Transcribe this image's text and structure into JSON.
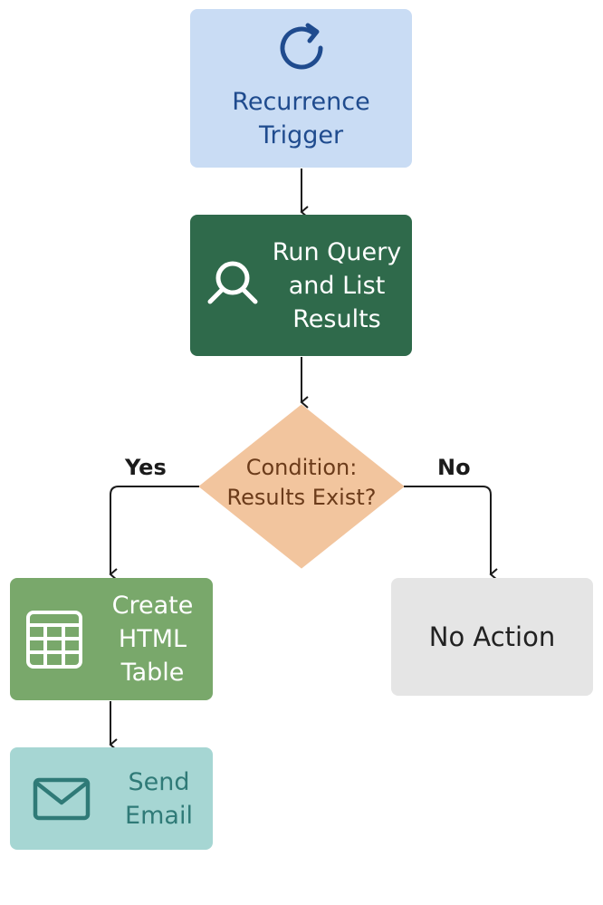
{
  "nodes": {
    "trigger": {
      "label": "Recurrence\nTrigger",
      "icon": "refresh-icon",
      "fill": "#c9dcf4",
      "text_color": "#1f4b8e"
    },
    "query": {
      "label": "Run Query\nand List\nResults",
      "icon": "magnifier-icon",
      "fill": "#2f6a4b",
      "text_color": "#ffffff"
    },
    "condition": {
      "label": "Condition:\nResults Exist?",
      "fill": "#f2c59e",
      "text_color": "#6b3b1a"
    },
    "table": {
      "label": "Create\nHTML\nTable",
      "icon": "table-grid-icon",
      "fill": "#79a86b",
      "text_color": "#ffffff"
    },
    "no_action": {
      "label": "No Action",
      "fill": "#e5e5e5",
      "text_color": "#222222"
    },
    "email": {
      "label": "Send\nEmail",
      "icon": "envelope-icon",
      "fill": "#a6d6d3",
      "text_color": "#2f7a77"
    }
  },
  "branches": {
    "yes": "Yes",
    "no": "No"
  },
  "connector_color": "#1b1b1b"
}
